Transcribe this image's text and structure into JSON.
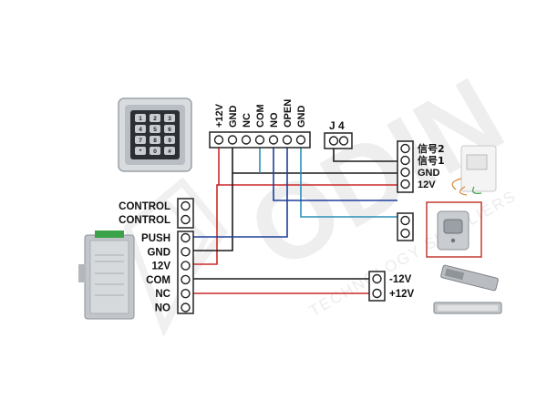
{
  "watermark": {
    "brand": "ODIN",
    "tagline": "TECHNOLOGY SUPPLIERS"
  },
  "keypad": {
    "keys": [
      "1",
      "2",
      "3",
      "4",
      "5",
      "6",
      "7",
      "8",
      "9",
      "*",
      "0",
      "#"
    ]
  },
  "top_terminal": {
    "labels": [
      "+12V",
      "GND",
      "NC",
      "COM",
      "NO",
      "OPEN",
      "GND"
    ]
  },
  "j4": {
    "label": "J 4"
  },
  "exit_terminal": {
    "labels": [
      "信号2",
      "信号1",
      "GND",
      "12V"
    ]
  },
  "control_block": {
    "labels": [
      "CONTROL",
      "CONTROL"
    ]
  },
  "power_block": {
    "labels": [
      "PUSH",
      "GND",
      "12V",
      "COM",
      "NC",
      "NO"
    ]
  },
  "lock_terminal": {
    "labels": [
      "-12V",
      "+12V"
    ]
  },
  "colors": {
    "red": "#cc2a2a",
    "black": "#1a1a1a",
    "blue": "#1f3f9a",
    "teal": "#2a8fb8",
    "frame": "#c23a33",
    "terminal_border": "#222222"
  }
}
